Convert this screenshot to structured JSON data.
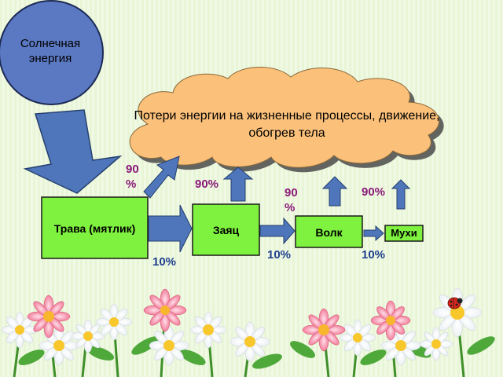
{
  "sun": {
    "label": "Солнечная энергия"
  },
  "cloud": {
    "text": "Потери энергии на жизненные процессы, движение, обогрев тела"
  },
  "nodes": [
    {
      "label": "Трава (мятлик)"
    },
    {
      "label": "Заяц"
    },
    {
      "label": "Волк"
    },
    {
      "label": "Мухи"
    }
  ],
  "losses": [
    "90 %",
    "90%",
    "90 %",
    "90%"
  ],
  "transfers": [
    "10%",
    "10%",
    "10%"
  ],
  "colors": {
    "sun": "#5b79c2",
    "box": "#7ff23f",
    "cloud": "#fbc07a",
    "arrow": "#4f76bb",
    "loss_label": "#8a1a7a",
    "transfer_label": "#1f3f8f"
  }
}
